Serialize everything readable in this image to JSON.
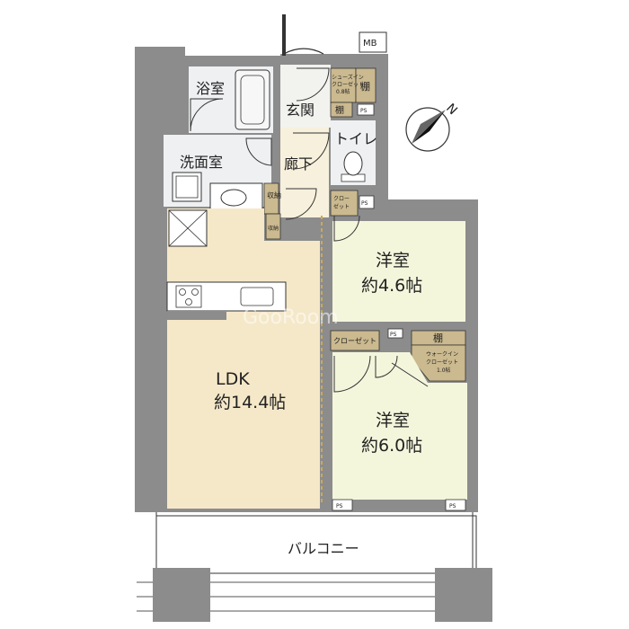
{
  "rooms": {
    "bath": "浴室",
    "washroom": "洗面室",
    "entrance": "玄関",
    "corridor": "廊下",
    "toilet": "トイレ",
    "ldk_name": "LDK",
    "ldk_size": "約14.4帖",
    "western1_name": "洋室",
    "western1_size": "約4.6帖",
    "western2_name": "洋室",
    "western2_size": "約6.0帖",
    "balcony": "バルコニー"
  },
  "storage": {
    "mb": "MB",
    "shoes_closet_line1": "シューズイン",
    "shoes_closet_line2": "クローゼット",
    "shoes_closet_size": "0.8帖",
    "shelf": "棚",
    "storage_a": "収納",
    "storage_b": "収納",
    "closet_small_line1": "クロー",
    "closet_small_line2": "ゼット",
    "closet_bedroom2": "クローゼット",
    "wic_shelf": "棚",
    "wic_line1": "ウォークイン",
    "wic_line2": "クローゼット",
    "wic_size": "1.0帖",
    "ps": "PS"
  },
  "watermark": "GooRoom",
  "colors": {
    "wall": "#8c8c8c",
    "ldk_floor": "#f5e8c8",
    "bedroom_floor": "#f4f6dc",
    "wet_floor": "#eef0f2",
    "storage": "#cbb98f",
    "line": "#333333"
  }
}
